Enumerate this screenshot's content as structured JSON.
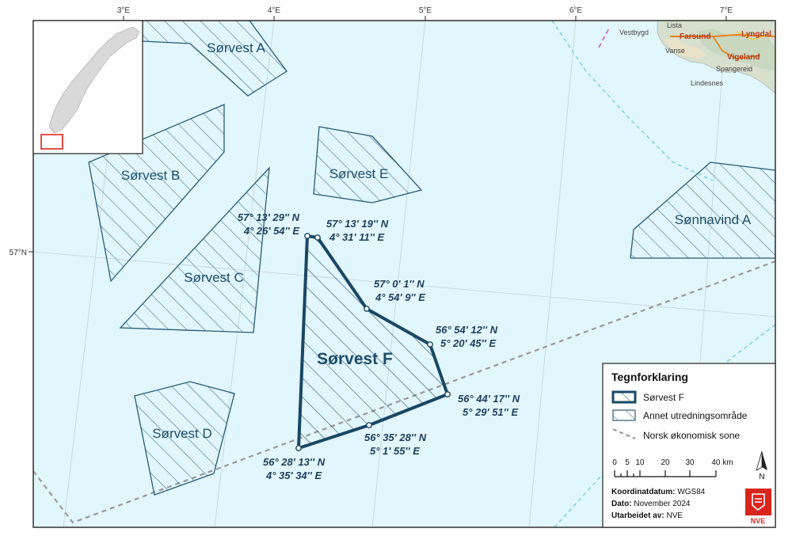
{
  "graticule": {
    "lon_labels": [
      "3°E",
      "4°E",
      "5°E",
      "6°E",
      "7°E"
    ],
    "lat_labels": [
      "57°N"
    ]
  },
  "areas": {
    "sorvest_a": "Sørvest A",
    "sorvest_b": "Sørvest B",
    "sorvest_c": "Sørvest C",
    "sorvest_d": "Sørvest D",
    "sorvest_e": "Sørvest E",
    "sonnavind_a": "Sønnavind A",
    "sorvest_f": "Sørvest F"
  },
  "coordinates": {
    "p1": {
      "lat": "57° 13' 29'' N",
      "lon": "4° 26' 54'' E"
    },
    "p2": {
      "lat": "57° 13' 19'' N",
      "lon": "4° 31' 11'' E"
    },
    "p3": {
      "lat": "57° 0' 1'' N",
      "lon": "4° 54' 9'' E"
    },
    "p4": {
      "lat": "56° 54' 12'' N",
      "lon": "5° 20' 45'' E"
    },
    "p5": {
      "lat": "56° 44' 17'' N",
      "lon": "5° 29' 51'' E"
    },
    "p6": {
      "lat": "56° 35' 28'' N",
      "lon": "5° 1' 55'' E"
    },
    "p7": {
      "lat": "56° 28' 13'' N",
      "lon": "4° 35' 34'' E"
    }
  },
  "towns": {
    "vestbygd": "Vestbygd",
    "lista": "Lista",
    "farsund": "Farsund",
    "vanse": "Vanse",
    "lyngdal": "Lyngdal",
    "vigeland": "Vigeland",
    "spangereid": "Spangereid",
    "lindesnes": "Lindesnes"
  },
  "legend": {
    "title": "Tegnforklaring",
    "items": [
      {
        "symbol": "selected-area",
        "label": "Sørvest F"
      },
      {
        "symbol": "other-area",
        "label": "Annet utredningsområde"
      },
      {
        "symbol": "eez-line",
        "label": "Norsk økonomisk sone"
      }
    ],
    "scale": {
      "ticks": [
        "0",
        "5",
        "10",
        "20",
        "30",
        "40 km"
      ]
    },
    "north": "N",
    "datum_label": "Koordinatdatum:",
    "datum_value": "WGS84",
    "date_label": "Dato:",
    "date_value": "November 2024",
    "author_label": "Utarbeidet av:",
    "author_value": "NVE",
    "logo_text": "NVE"
  },
  "colors": {
    "sea": "#e1f6fd",
    "area_stroke": "#2a5b75",
    "selected_stroke": "#1a4763",
    "eez": "#9a9a9a",
    "land": "#d7dfcf"
  }
}
